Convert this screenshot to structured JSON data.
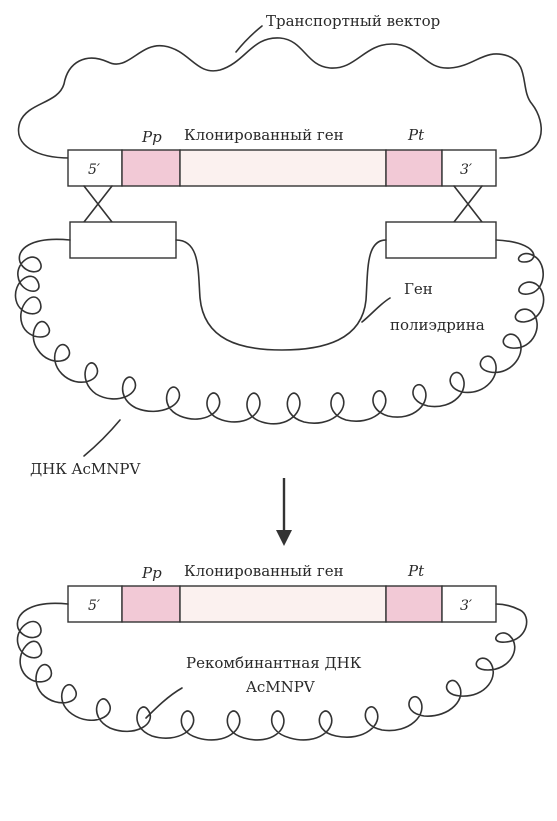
{
  "labels": {
    "transport_vector": "Транспортный вектор",
    "promoter": "Pp",
    "cloned_gene": "Клонированный ген",
    "terminator": "Pt",
    "five_prime": "5′",
    "three_prime": "3′",
    "polyhedrin_gene_line1": "Ген",
    "polyhedrin_gene_line2": "полиэдрина",
    "acmnpv_dna": "ДНК AcMNPV",
    "recombinant_line1": "Рекомбинантная ДНК",
    "recombinant_line2": "AcMNPV"
  },
  "colors": {
    "promoter_fill": "#f2c9d6",
    "terminator_fill": "#f2c9d6",
    "gene_fill": "#fbf1ef",
    "end_fill": "#ffffff",
    "line": "#333333"
  }
}
